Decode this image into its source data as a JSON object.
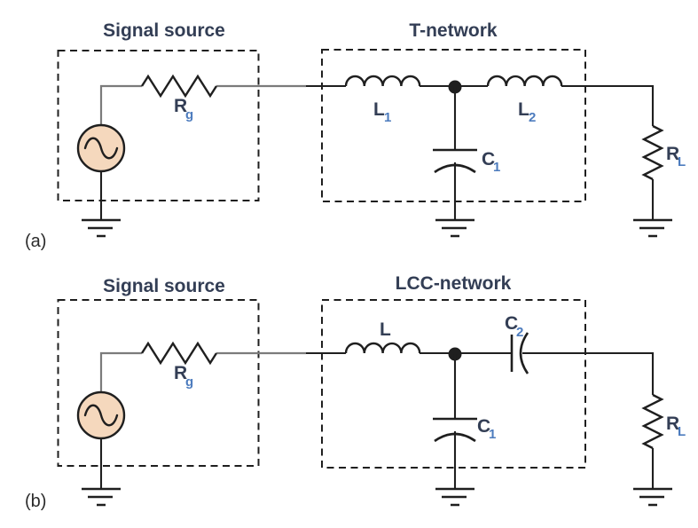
{
  "figure": {
    "caption_a": "(a)",
    "caption_b": "(b)",
    "diagram_a": {
      "source_box_title": "Signal source",
      "network_box_title": "T-network",
      "components": {
        "rg": {
          "main": "R",
          "sub": "g"
        },
        "l1": {
          "main": "L",
          "sub": "1"
        },
        "l2": {
          "main": "L",
          "sub": "2"
        },
        "c1": {
          "main": "C",
          "sub": "1"
        },
        "rl": {
          "main": "R",
          "sub": "L"
        }
      }
    },
    "diagram_b": {
      "source_box_title": "Signal source",
      "network_box_title": "LCC-network",
      "components": {
        "rg": {
          "main": "R",
          "sub": "g"
        },
        "l": {
          "main": "L"
        },
        "c2": {
          "main": "C",
          "sub": "2"
        },
        "c1": {
          "main": "C",
          "sub": "1"
        },
        "rl": {
          "main": "R",
          "sub": "L"
        }
      }
    }
  },
  "colors": {
    "label_navy": "#333E55",
    "subscript_blue": "#4D7CBE",
    "wire_gray": "#7B7B7B",
    "component_black": "#1F1F1F",
    "source_fill": "#F5D8BD",
    "background": "#FFFFFF",
    "caption_black": "#2B2B2B"
  }
}
